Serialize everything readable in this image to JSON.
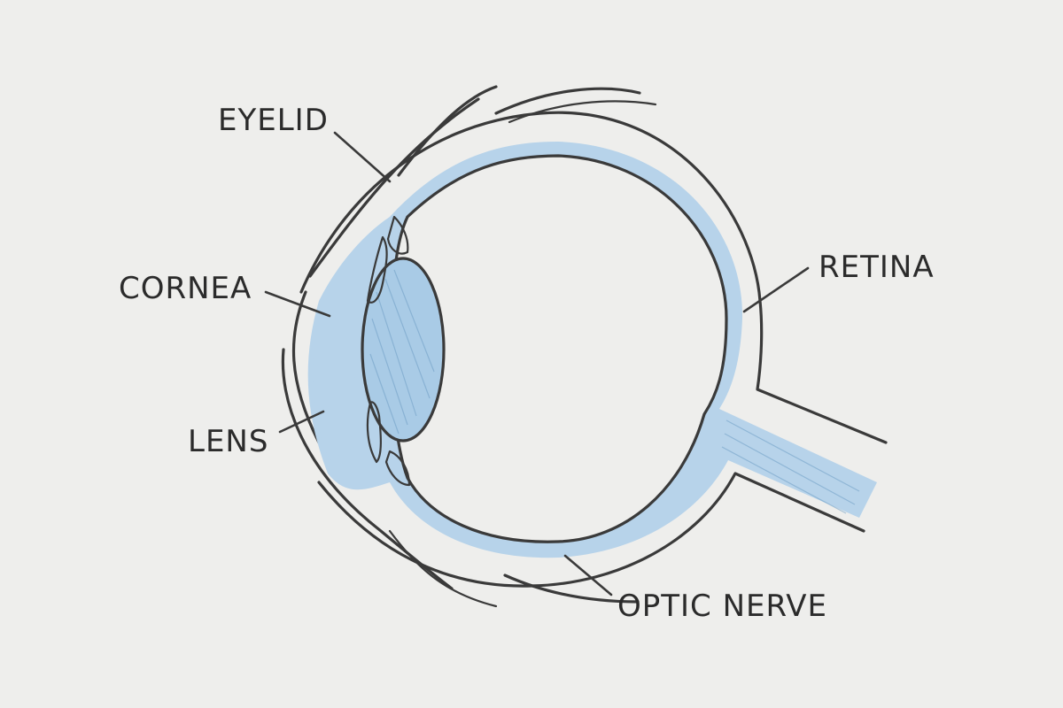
{
  "colors": {
    "background": "#eeeeec",
    "tissue_fill": "#b7d3ea",
    "lens_fill": "#a9cbe6",
    "ink": "#3a3a3a"
  },
  "labels": {
    "eyelid": "EYELID",
    "cornea": "CORNEA",
    "lens": "LENS",
    "retina": "RETINA",
    "optic_nerve": "OPTIC NERVE"
  }
}
